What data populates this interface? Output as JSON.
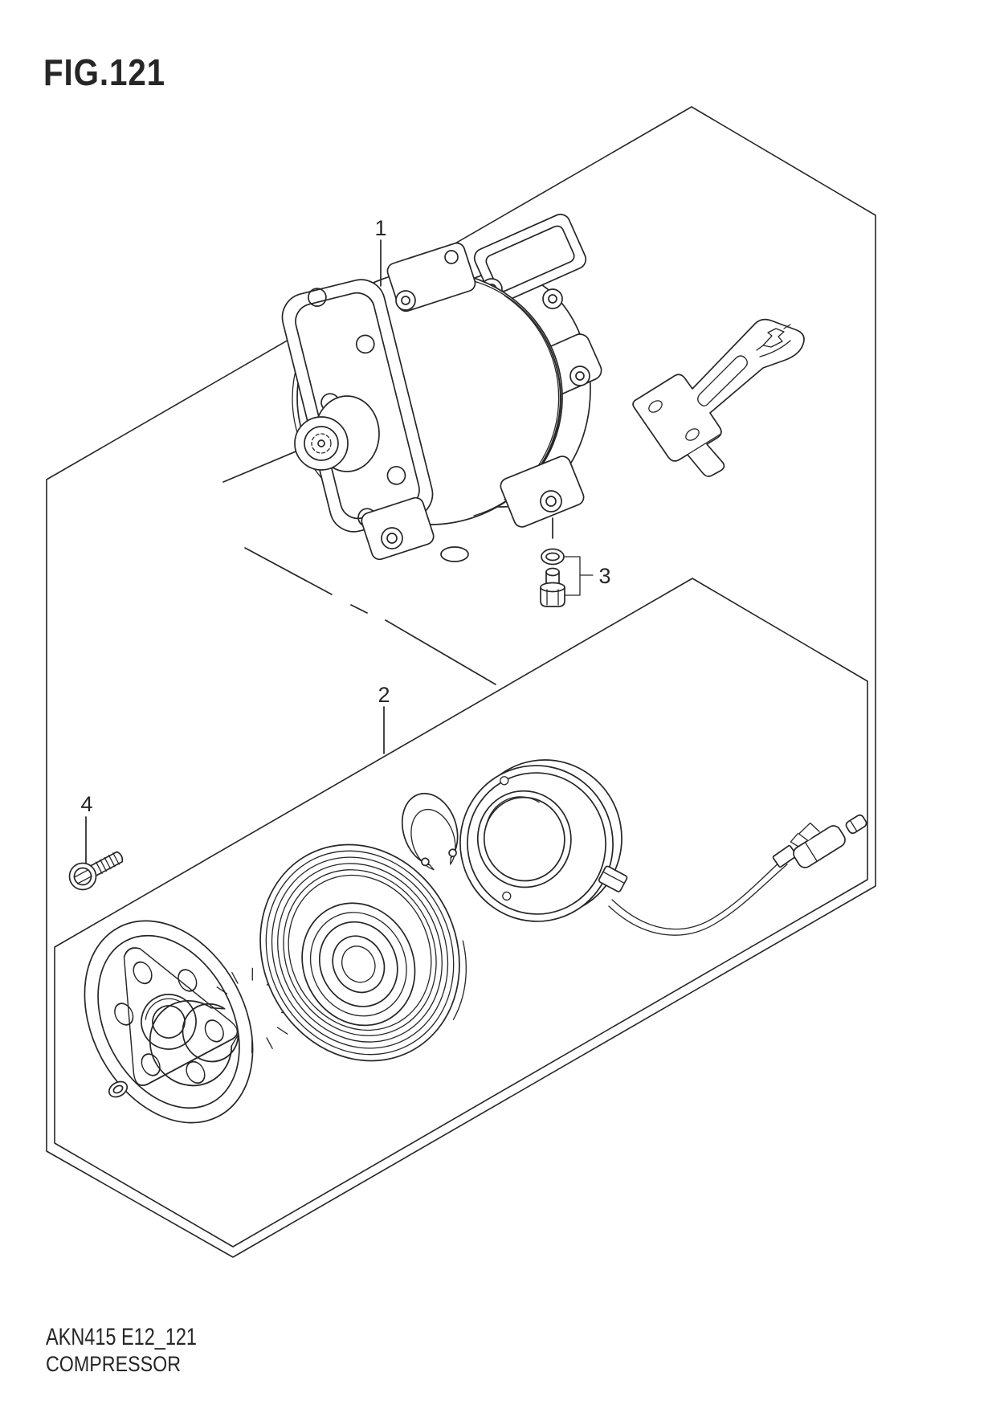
{
  "figure": {
    "title": "FIG.121",
    "code": "AKN415 E12_121",
    "name": "COMPRESSOR"
  },
  "callouts": [
    {
      "label": "1"
    },
    {
      "label": "2"
    },
    {
      "label": "3"
    },
    {
      "label": "4"
    }
  ],
  "colors": {
    "line": "#262626",
    "background": "#ffffff"
  }
}
